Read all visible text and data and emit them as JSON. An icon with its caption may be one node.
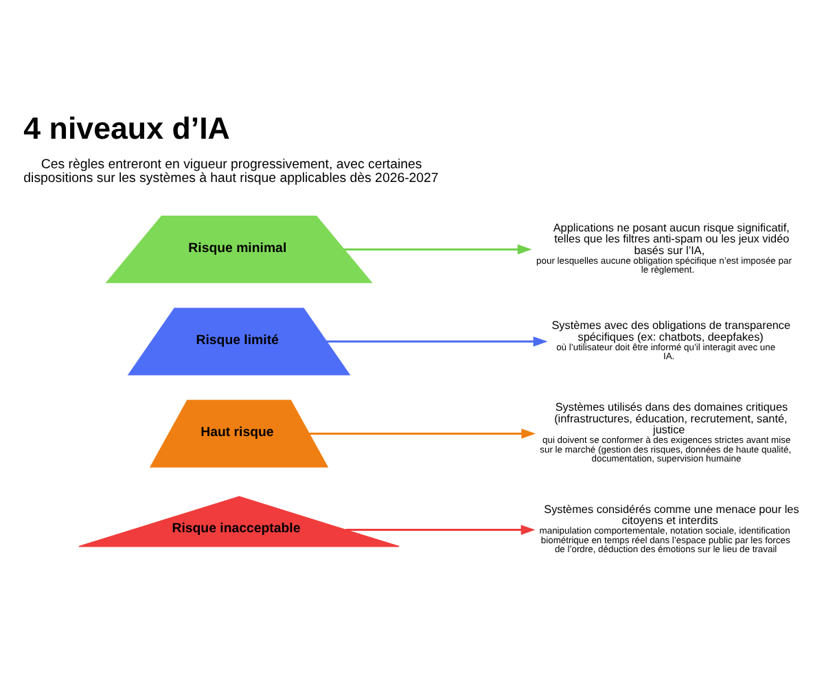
{
  "diagram": {
    "title": "4 niveaux d’IA",
    "caption": "Ces règles entreront en vigueur progressivement, avec certaines dispositions sur les systèmes à haut risque applicables dès 2026-2027",
    "nodes": [
      {
        "text": [
          "Risque inacceptable"
        ]
      },
      {
        "text": [
          "Systèmes considérés comme une menace pour les citoyens et interdits",
          "manipulation comportementale, notation sociale, identification biométrique en temps réel dans l’espace public par les forces de l’ordre, déduction des émotions sur le lieu de travail"
        ]
      },
      {
        "text": [
          "Haut risque"
        ]
      },
      {
        "text": [
          "Systèmes utilisés dans des domaines critiques (infrastructures, éducation, recrutement, santé, justice",
          "qui doivent se conformer à des exigences strictes avant mise sur le marché (gestion des risques, données de haute qualité, documentation, supervision humaine"
        ]
      },
      {
        "text": [
          "Risque limité"
        ]
      },
      {
        "text": [
          "Systèmes avec des obligations de transparence spécifiques (ex: chatbots, deepfakes)",
          "où l’utilisateur doit être informé qu’il interagit avec une IA."
        ]
      },
      {
        "text": [
          "Risque minimal"
        ]
      },
      {
        "text": [
          "Applications ne posant aucun risque significatif, telles que les filtres anti-spam ou les jeux vidéo basés sur l’IA,",
          "pour lesquelles aucune obligation spécifique n’est imposée par le règlement."
        ]
      }
    ],
    "edges": [
      {
        "from": 0,
        "to": 1,
        "arrow": "to",
        "color": "#ee3b3b"
      },
      {
        "from": 2,
        "to": 3,
        "arrow": "to",
        "color": "#ef7f12"
      },
      {
        "from": 4,
        "to": 5,
        "arrow": "to",
        "color": "#4a6cf0"
      },
      {
        "from": 6,
        "to": 7,
        "arrow": "to",
        "color": "#6fd14a"
      }
    ]
  }
}
